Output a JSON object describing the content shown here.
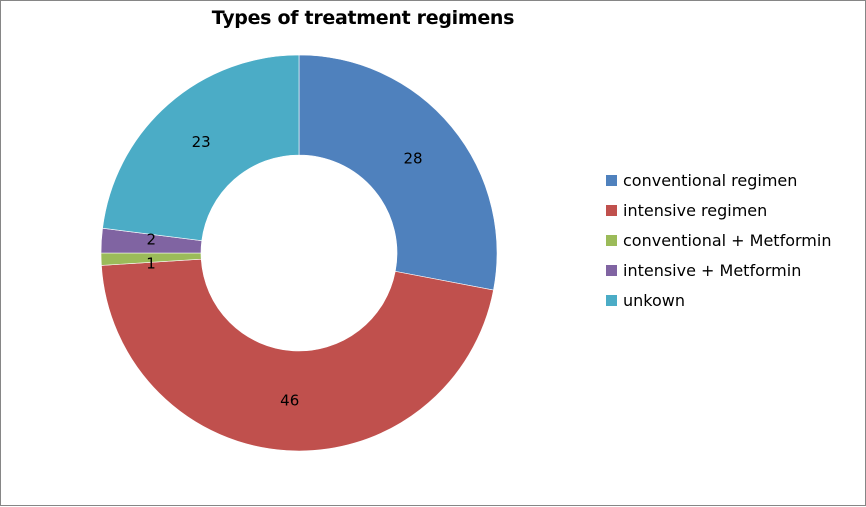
{
  "chart_data": {
    "type": "pie",
    "variant": "doughnut",
    "title": "Types of treatment regimens",
    "categories": [
      "conventional regimen",
      "intensive regimen",
      "conventional + Metformin",
      "intensive + Metformin",
      "unkown"
    ],
    "values": [
      28,
      46,
      1,
      2,
      23
    ],
    "colors": [
      "#4F81BD",
      "#C0504D",
      "#9BBB59",
      "#8064A2",
      "#4BACC6"
    ],
    "data_labels": [
      "28",
      "46",
      "1",
      "2",
      "23"
    ],
    "start_angle_deg": 0,
    "direction": "clockwise",
    "legend_position": "right",
    "hole_ratio": 0.5
  },
  "title": "Types of treatment regimens",
  "legend": {
    "items": [
      {
        "label": "conventional regimen",
        "color": "#4F81BD"
      },
      {
        "label": "intensive regimen",
        "color": "#C0504D"
      },
      {
        "label": "conventional + Metformin",
        "color": "#9BBB59"
      },
      {
        "label": "intensive + Metformin",
        "color": "#8064A2"
      },
      {
        "label": "unkown",
        "color": "#4BACC6"
      }
    ]
  }
}
